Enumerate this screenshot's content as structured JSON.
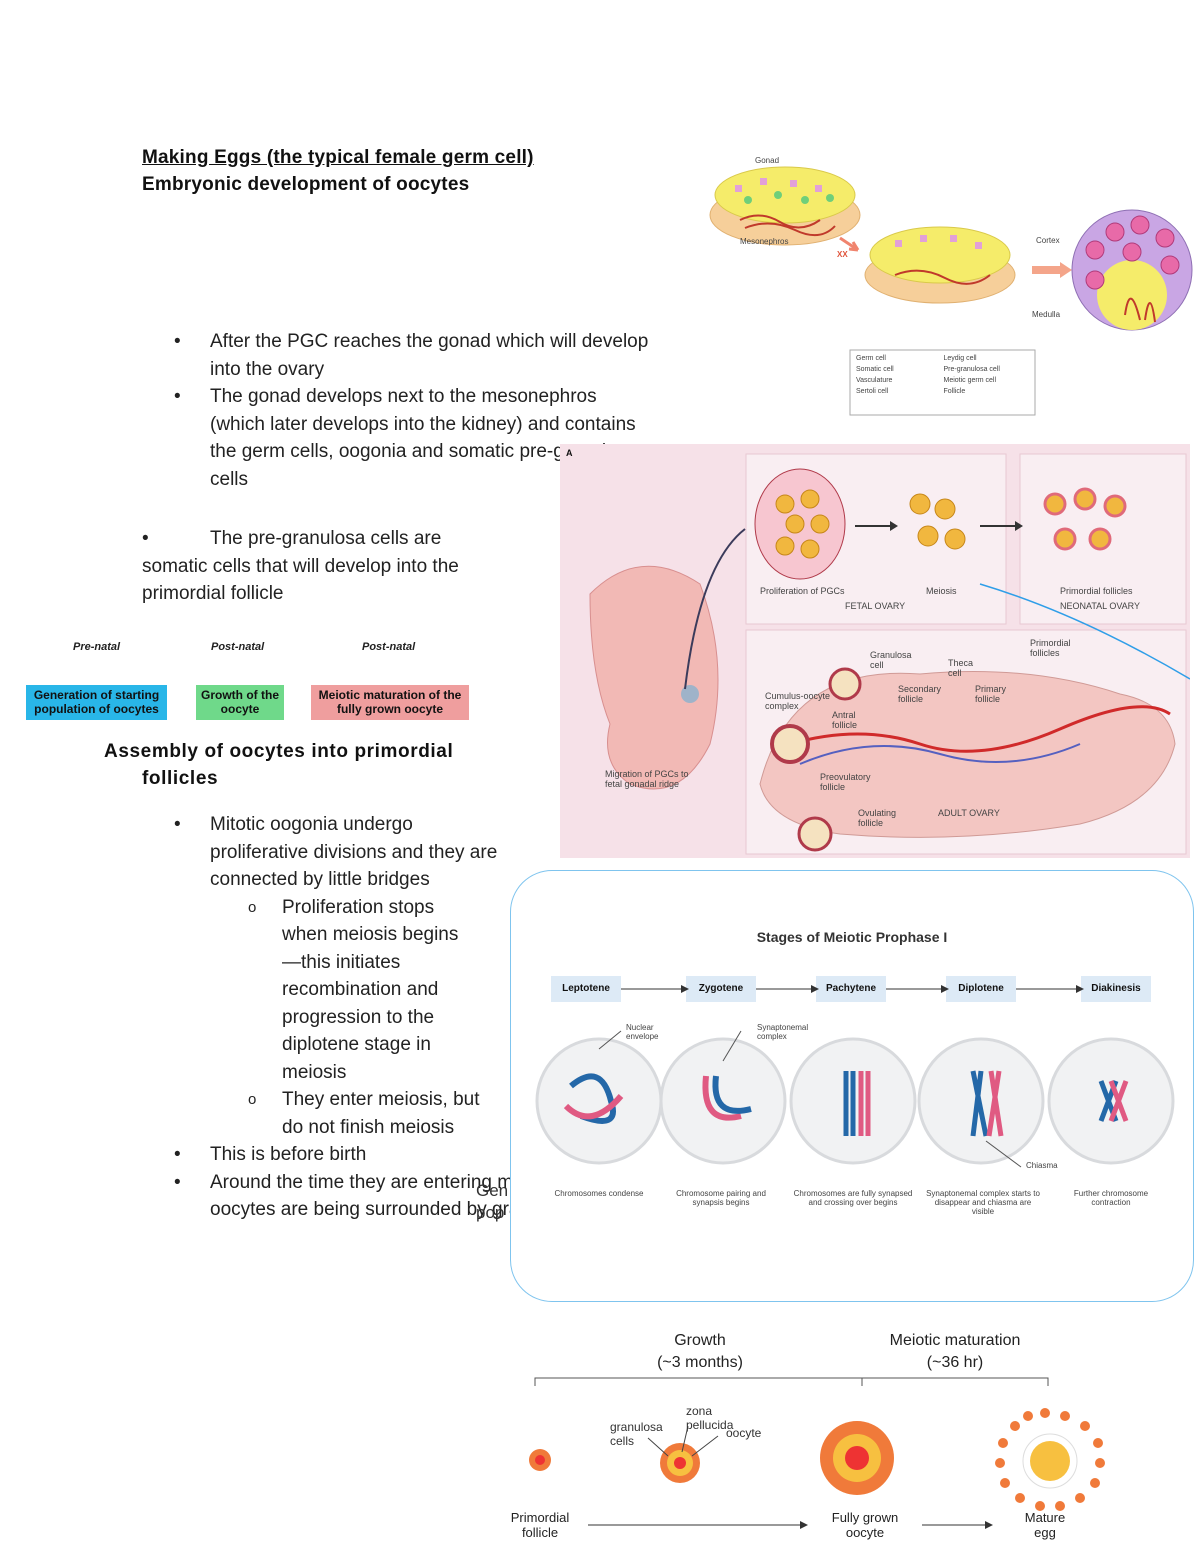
{
  "header": {
    "title_underlined": "Making Eggs (the typical female germ cell)",
    "subtitle": "Embryonic development of oocytes"
  },
  "bullets1": [
    "After the PGC reaches the gonad which will develop into the ovary",
    "The gonad develops next to the mesonephros (which later develops into the kidney) and contains the germ cells, oogonia and somatic pre-granulosa cells"
  ],
  "bullet_pre": "The pre-granulosa cells are somatic cells that will develop into the primordial follicle",
  "timeline": {
    "labels": [
      "Pre-natal",
      "Post-natal",
      "Post-natal"
    ],
    "boxes": [
      {
        "text": "Generation of starting population of oocytes",
        "color": "#29b6e8"
      },
      {
        "text": "Growth of the oocyte",
        "color": "#6fd98a"
      },
      {
        "text": "Meiotic maturation of the fully grown oocyte",
        "color": "#ef9e9e"
      }
    ]
  },
  "section2": {
    "heading": "Assembly of oocytes into primordial follicles"
  },
  "bullets2": {
    "first": "Mitotic oogonia undergo proliferative divisions and they are connected by little bridges",
    "sub": [
      "Proliferation stops when meiosis begins —this initiates recombination and progression to the diplotene stage in meiosis",
      "They enter meiosis, but do not finish meiosis"
    ],
    "rest": [
      "This is before birth",
      "Around the time they are entering meiosis the oocytes are being surrounded by granulosa"
    ]
  },
  "fig_gonad": {
    "gonad": "Gonad",
    "mesonephros": "Mesonephros",
    "xx": "XX",
    "cortex": "Cortex",
    "medulla": "Medulla",
    "legend": [
      "Germ cell",
      "Leydig cell",
      "Somatic cell",
      "Pre-granulosa cell",
      "Vasculature",
      "Meiotic germ cell",
      "Sertoli cell",
      "Follicle"
    ]
  },
  "fig_ovary": {
    "panel": "A",
    "labels": {
      "prolif": "Proliferation of PGCs",
      "meiosis": "Meiosis",
      "primordial": "Primordial follicles",
      "fetal": "FETAL OVARY",
      "neonatal": "NEONATAL OVARY",
      "migration": "Migration of PGCs to fetal gonadal ridge",
      "granulosa": "Granulosa cell",
      "theca": "Theca cell",
      "primordial2": "Primordial follicles",
      "cumulus": "Cumulus-oocyte complex",
      "secondary": "Secondary follicle",
      "primary": "Primary follicle",
      "antral": "Antral follicle",
      "preovulatory": "Preovulatory follicle",
      "ovulating": "Ovulating follicle",
      "adult": "ADULT OVARY"
    }
  },
  "fig_prophase": {
    "title": "Stages of Meiotic Prophase I",
    "stages": [
      "Leptotene",
      "Zygotene",
      "Pachytene",
      "Diplotene",
      "Diakinesis"
    ],
    "notes": {
      "nuclear": "Nuclear envelope",
      "synaptonemal": "Synaptonemal complex",
      "chiasma": "Chiasma"
    },
    "captions": [
      "Chromosomes condense",
      "Chromosome pairing and synapsis begins",
      "Chromosomes are fully synapsed and crossing over begins",
      "Synaptonemal complex starts to disappear and chiasma are visible",
      "Further chromosome contraction"
    ],
    "cutoff": [
      "Gen",
      "pop"
    ]
  },
  "fig_growth": {
    "growth": "Growth",
    "growth_time": "(~3 months)",
    "maturation": "Meiotic maturation",
    "maturation_time": "(~36 hr)",
    "zona": "zona pellucida",
    "granulosa": "granulosa cells",
    "oocyte": "oocyte",
    "primordial": "Primordial follicle",
    "fully": "Fully grown oocyte",
    "mature": "Mature egg"
  },
  "colors": {
    "cyan": "#29b6e8",
    "green": "#6fd98a",
    "pink": "#ef9e9e",
    "orange": "#f07a3a",
    "blueline": "#7fc4ee"
  }
}
